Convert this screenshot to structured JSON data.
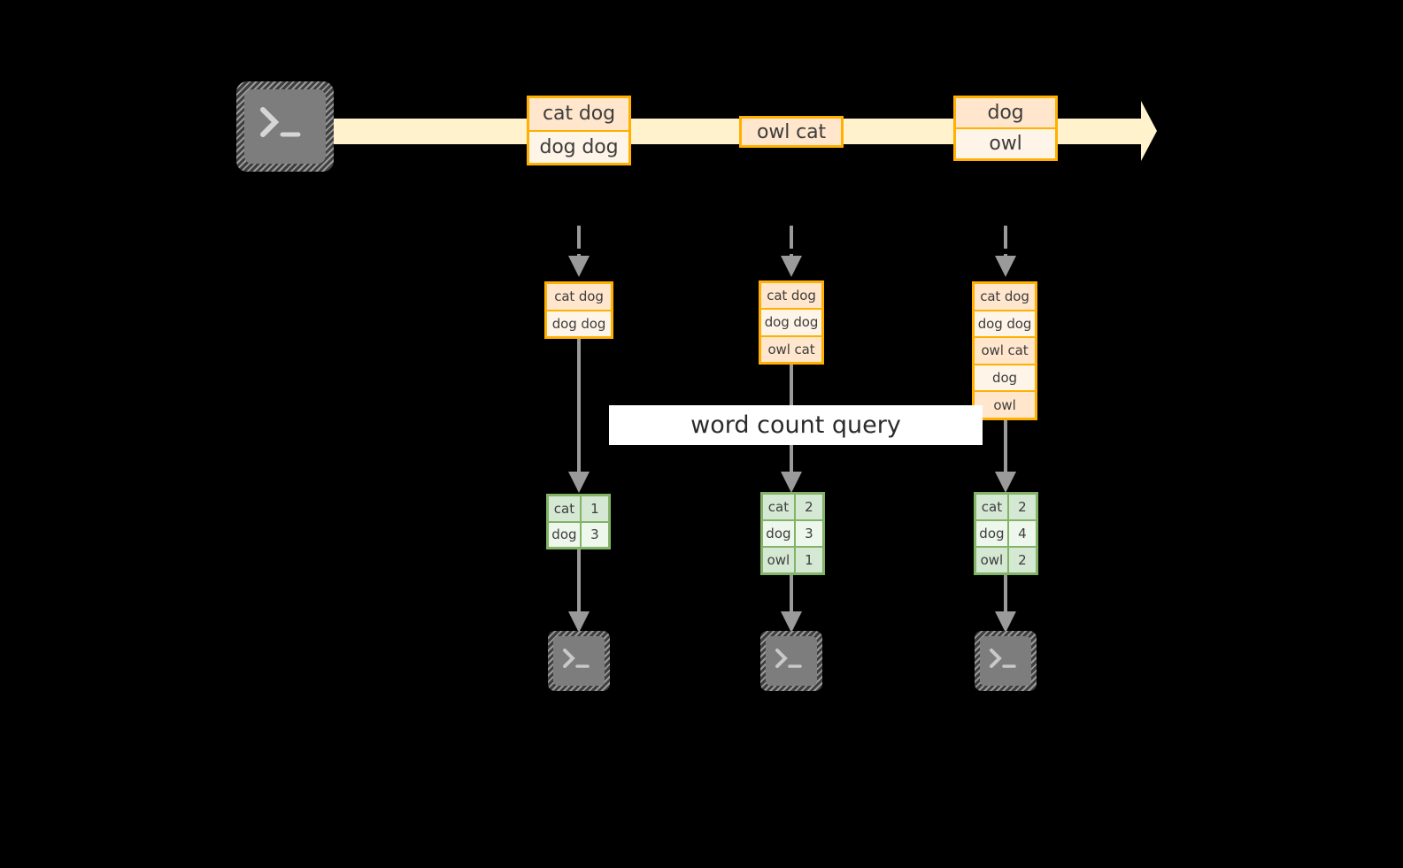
{
  "diagram": {
    "title": "word count query over a record stream",
    "colors": {
      "background": "#000000",
      "record_border": "#ffb000",
      "record_fill_a": "#ffe6cc",
      "record_fill_b": "#fff4e8",
      "count_border": "#82b366",
      "count_fill_a": "#d5e8d4",
      "count_fill_b": "#eef7ec",
      "stream_fill": "#fff2cc",
      "connector": "#9a9a9a",
      "terminal_body": "#7d7d7d",
      "band_fill": "#ffffff",
      "text": "#3d3d3d"
    },
    "query_label": "word count query",
    "stream": {
      "source_icon": "terminal-icon",
      "source_prompt": ">_",
      "direction": "left-to-right",
      "records": [
        {
          "lines": [
            "cat dog",
            "dog dog"
          ]
        },
        {
          "lines": [
            "owl cat"
          ]
        },
        {
          "lines": [
            "dog",
            "owl"
          ]
        }
      ]
    },
    "snapshots": [
      {
        "id": "t1",
        "input_icon": "dashed-arrow-down-icon",
        "buffer": [
          "cat dog",
          "dog dog"
        ],
        "counts": [
          {
            "word": "cat",
            "count": "1"
          },
          {
            "word": "dog",
            "count": "3"
          }
        ],
        "sink_icon": "terminal-icon",
        "sink_prompt": ">_"
      },
      {
        "id": "t2",
        "input_icon": "dashed-arrow-down-icon",
        "buffer": [
          "cat dog",
          "dog dog",
          "owl cat"
        ],
        "counts": [
          {
            "word": "cat",
            "count": "2"
          },
          {
            "word": "dog",
            "count": "3"
          },
          {
            "word": "owl",
            "count": "1"
          }
        ],
        "sink_icon": "terminal-icon",
        "sink_prompt": ">_"
      },
      {
        "id": "t3",
        "input_icon": "dashed-arrow-down-icon",
        "buffer": [
          "cat dog",
          "dog dog",
          "owl cat",
          "dog",
          "owl"
        ],
        "counts": [
          {
            "word": "cat",
            "count": "2"
          },
          {
            "word": "dog",
            "count": "4"
          },
          {
            "word": "owl",
            "count": "2"
          }
        ],
        "sink_icon": "terminal-icon",
        "sink_prompt": ">_"
      }
    ]
  }
}
